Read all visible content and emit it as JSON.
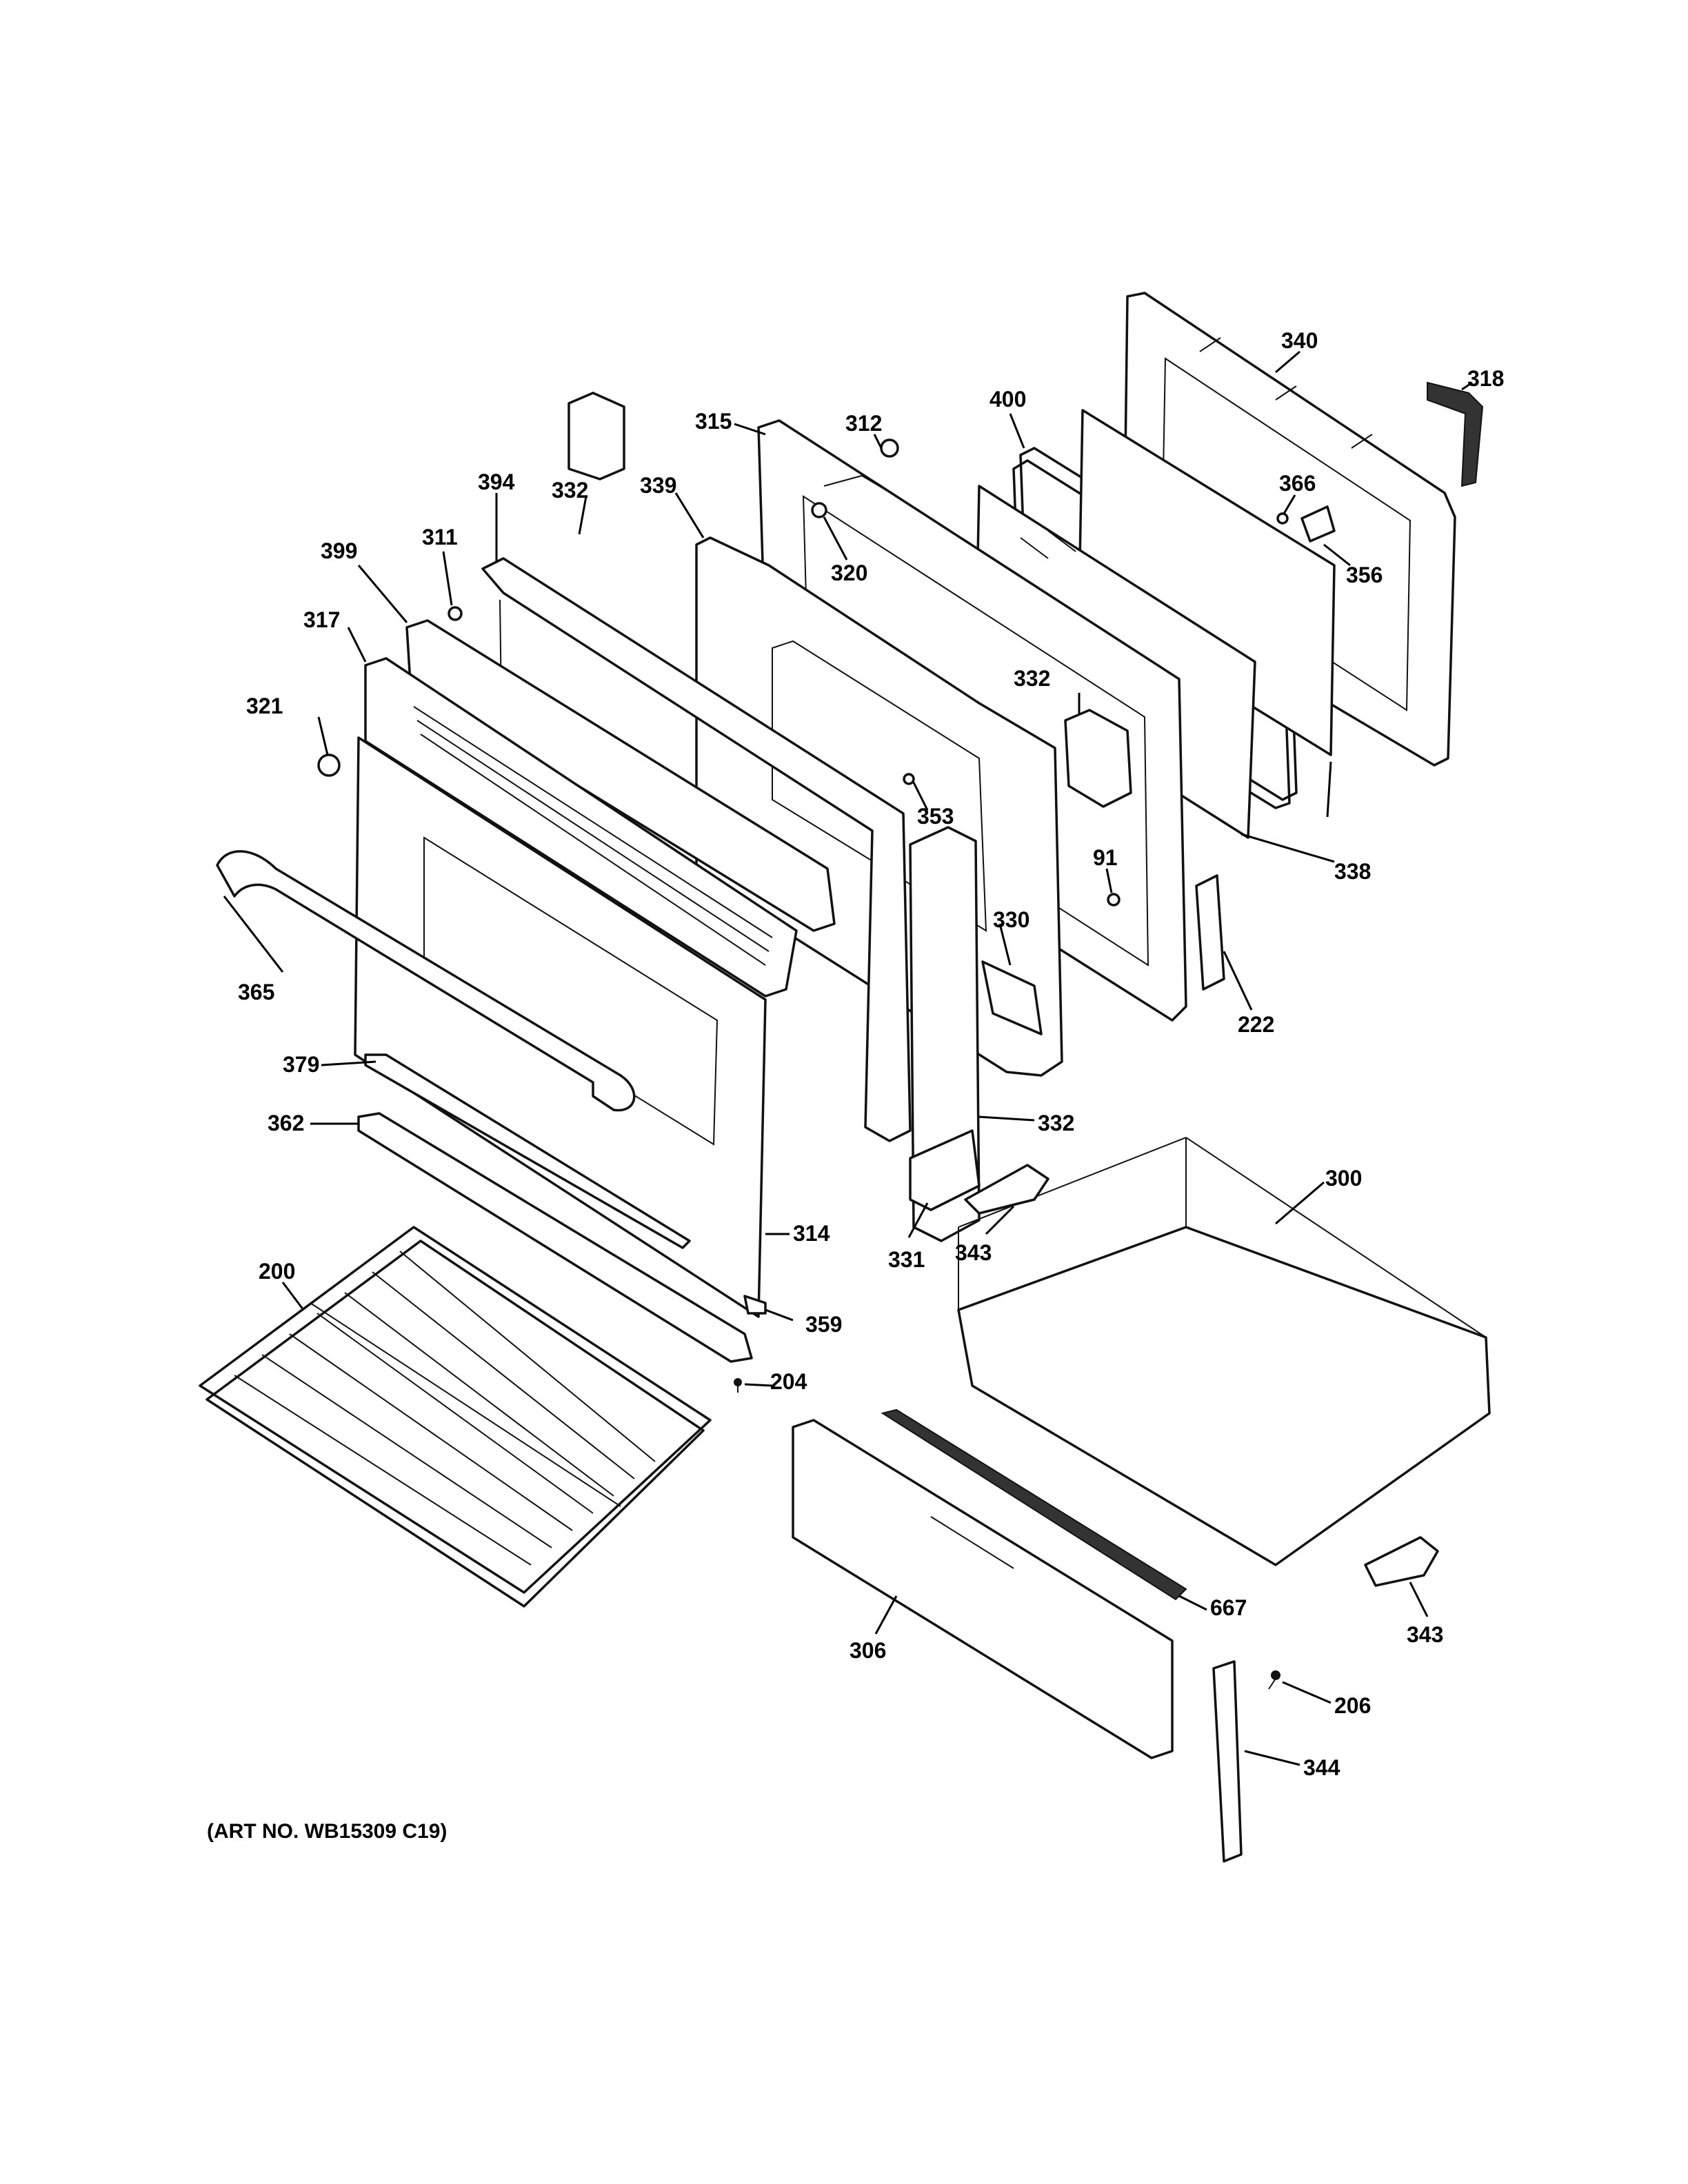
{
  "art_number": "(ART NO. WB15309 C19)",
  "callouts": [
    "340",
    "318",
    "315",
    "312",
    "400",
    "394",
    "332",
    "339",
    "366",
    "311",
    "399",
    "320",
    "356",
    "317",
    "332",
    "321",
    "338",
    "353",
    "91",
    "365",
    "330",
    "222",
    "379",
    "332",
    "300",
    "362",
    "314",
    "331",
    "343",
    "200",
    "359",
    "204",
    "667",
    "343",
    "306",
    "206",
    "344"
  ]
}
